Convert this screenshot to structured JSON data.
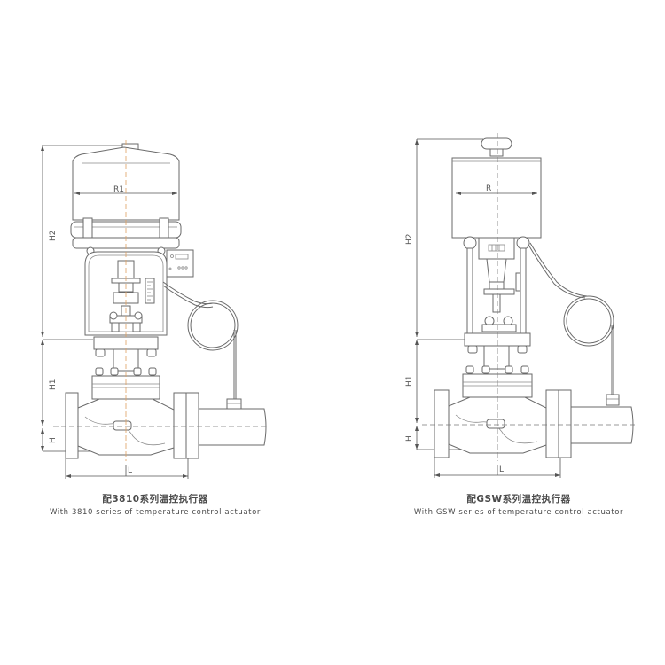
{
  "left_figure": {
    "caption_cn": "配3810系列温控执行器",
    "caption_en": "With 3810 series of temperature control actuator",
    "dimensions": {
      "width_label": "R1",
      "total_height_label": "H2",
      "mid_height_label": "H1",
      "base_height_label": "H",
      "length_label": "L"
    }
  },
  "right_figure": {
    "caption_cn": "配GSW系列温控执行器",
    "caption_en": "With GSW series of temperature control actuator",
    "dimensions": {
      "width_label": "R",
      "total_height_label": "H2",
      "mid_height_label": "H1",
      "base_height_label": "H",
      "length_label": "L"
    }
  },
  "colors": {
    "line": "#6a6a6a",
    "centerline_accent": "#e0a060",
    "background": "#ffffff"
  }
}
